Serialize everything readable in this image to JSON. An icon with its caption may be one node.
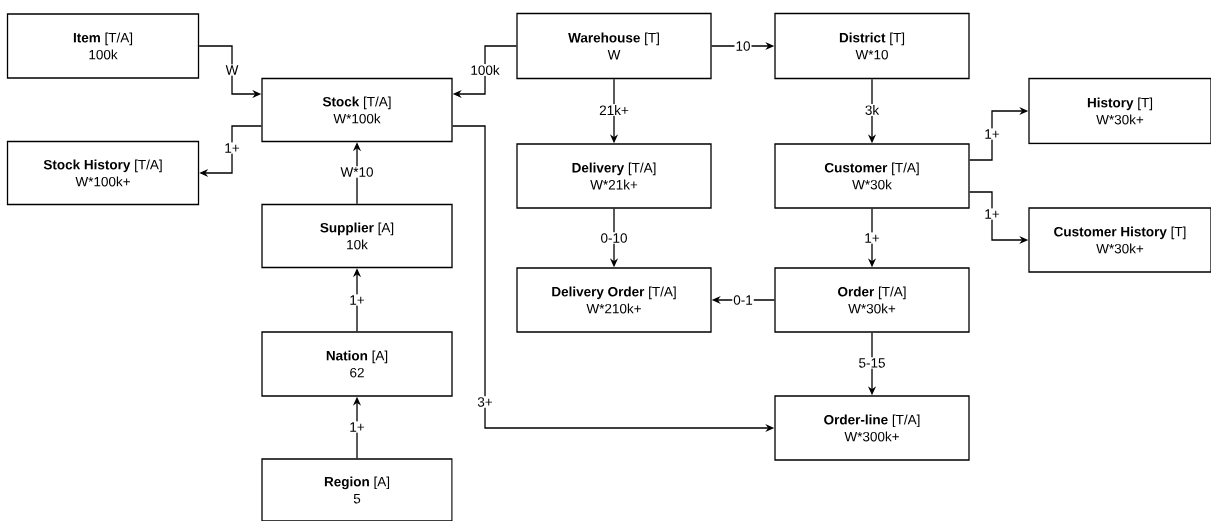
{
  "diagram": {
    "nodes": [
      {
        "text": [
          "**Item** [T/A]",
          "100k"
        ]
      },
      {
        "text": [
          "**Warehouse** [T]",
          "W"
        ]
      },
      {
        "text": [
          "**District** [T]",
          "W*10"
        ]
      },
      {
        "text": [
          "**Stock** [T/A]",
          "W*100k"
        ]
      },
      {
        "text": [
          "**History** [T]",
          "W*30k+"
        ]
      },
      {
        "text": [
          "**Stock History** [T/A]",
          "W*100k+"
        ]
      },
      {
        "text": [
          "**Delivery** [T/A]",
          "W*21k+"
        ]
      },
      {
        "text": [
          "**Customer** [T/A]",
          "W*30k"
        ]
      },
      {
        "text": [
          "**Supplier** [A]",
          "10k"
        ]
      },
      {
        "text": [
          "**Customer History** [T]",
          "W*30k+"
        ]
      },
      {
        "text": [
          "**Delivery Order** [T/A]",
          "W*210k+"
        ]
      },
      {
        "text": [
          "**Order** [T/A]",
          "W*30k+"
        ]
      },
      {
        "text": [
          "**Nation** [A]",
          "62"
        ]
      },
      {
        "text": [
          "**Order-line** [T/A]",
          "W*300k+"
        ]
      },
      {
        "text": [
          "**Region** [A]",
          "5"
        ]
      }
    ],
    "edges": [
      {
        "from": 0,
        "to": 3,
        "arrow": "to",
        "label": "W"
      },
      {
        "from": 1,
        "to": 3,
        "arrow": "to",
        "label": "100k"
      },
      {
        "from": 1,
        "to": 2,
        "arrow": "to",
        "label": "10"
      },
      {
        "from": 1,
        "to": 6,
        "arrow": "to",
        "label": "21k+"
      },
      {
        "from": 2,
        "to": 7,
        "arrow": "to",
        "label": "3k"
      },
      {
        "from": 3,
        "to": 5,
        "arrow": "to",
        "label": "1+"
      },
      {
        "from": 8,
        "to": 3,
        "arrow": "to",
        "label": "W*10"
      },
      {
        "from": 7,
        "to": 4,
        "arrow": "to",
        "label": "1+"
      },
      {
        "from": 7,
        "to": 9,
        "arrow": "to",
        "label": "1+"
      },
      {
        "from": 6,
        "to": 10,
        "arrow": "to",
        "label": "0-10"
      },
      {
        "from": 7,
        "to": 11,
        "arrow": "to",
        "label": "1+"
      },
      {
        "from": 11,
        "to": 10,
        "arrow": "to",
        "label": "0-1"
      },
      {
        "from": 12,
        "to": 8,
        "arrow": "to",
        "label": "1+"
      },
      {
        "from": 11,
        "to": 13,
        "arrow": "to",
        "label": "5-15"
      },
      {
        "from": 14,
        "to": 12,
        "arrow": "to",
        "label": "1+"
      },
      {
        "from": 3,
        "to": 13,
        "arrow": "to",
        "label": "3+"
      }
    ]
  }
}
